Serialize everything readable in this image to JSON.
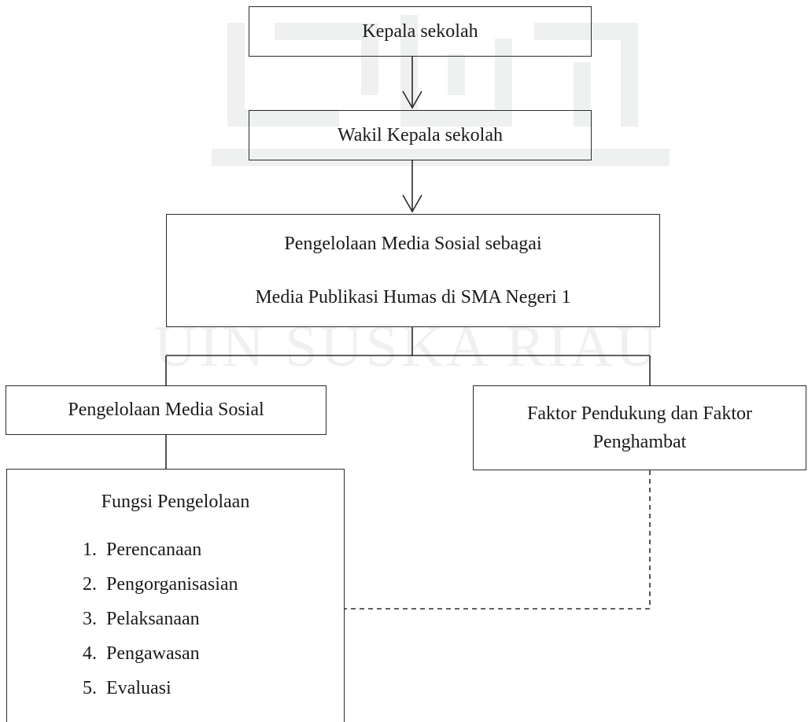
{
  "diagram": {
    "nodes": {
      "kepala": "Kepala sekolah",
      "wakil": "Wakil Kepala sekolah",
      "pengelolaan_line1": "Pengelolaan Media Sosial sebagai",
      "pengelolaan_line2": "Media Publikasi Humas di SMA Negeri 1",
      "media_sosial": "Pengelolaan Media Sosial",
      "faktor_line1": "Faktor Pendukung dan Faktor",
      "faktor_line2": "Penghambat",
      "fungsi_title": "Fungsi Pengelolaan"
    },
    "fungsi_items": [
      {
        "num": "1.",
        "label": "Perencanaan"
      },
      {
        "num": "2.",
        "label": "Pengorganisasian"
      },
      {
        "num": "3.",
        "label": "Pelaksanaan"
      },
      {
        "num": "4.",
        "label": "Pengawasan"
      },
      {
        "num": "5.",
        "label": "Evaluasi"
      }
    ],
    "edges": [
      {
        "from": "kepala",
        "to": "wakil",
        "style": "arrow"
      },
      {
        "from": "wakil",
        "to": "pengelolaan",
        "style": "arrow"
      },
      {
        "from": "pengelolaan",
        "to": "media_sosial",
        "style": "line"
      },
      {
        "from": "pengelolaan",
        "to": "faktor",
        "style": "line"
      },
      {
        "from": "media_sosial",
        "to": "fungsi",
        "style": "line"
      },
      {
        "from": "faktor",
        "to": "fungsi",
        "style": "dashed"
      }
    ]
  },
  "watermark": {
    "text": "UIN SUSKA RIAU"
  },
  "colors": {
    "stroke": "#2b2b2b",
    "text": "#1a1a1a",
    "watermark": "#eef1ef"
  }
}
